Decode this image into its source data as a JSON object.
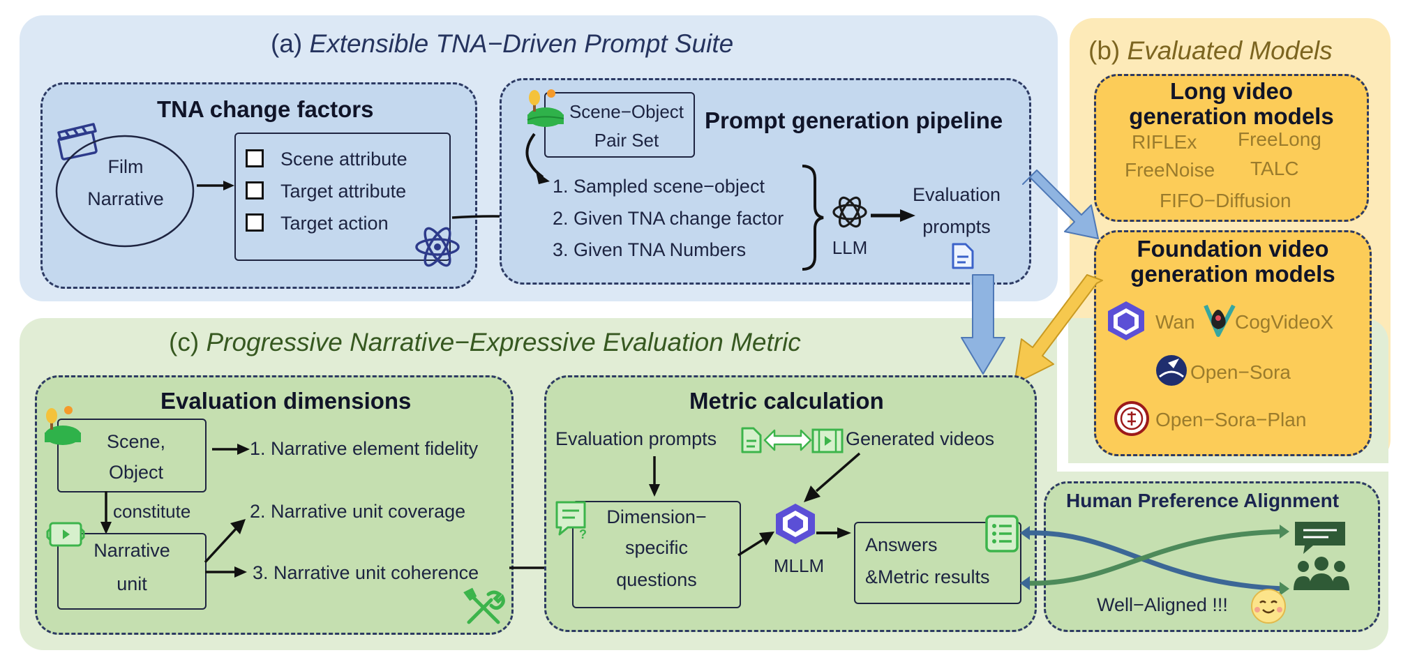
{
  "section_a": {
    "label": "(a)",
    "title": "Extensible TNA−Driven Prompt Suite",
    "tna": {
      "heading": "TNA change factors",
      "film": "Film",
      "narrative": "Narrative",
      "factors": [
        "Scene attribute",
        "Target attribute",
        "Target action"
      ]
    },
    "pipeline": {
      "heading": "Prompt generation pipeline",
      "pair_line1": "Scene−Object",
      "pair_line2": "Pair Set",
      "steps": [
        "1. Sampled scene−object",
        "2. Given TNA change factor",
        "3. Given TNA Numbers"
      ],
      "llm": "LLM",
      "eval_line1": "Evaluation",
      "eval_line2": "prompts"
    }
  },
  "section_b": {
    "label": "(b)",
    "title": "Evaluated  Models",
    "long": {
      "heading_line1": "Long video",
      "heading_line2": "generation models",
      "models": [
        "RIFLEx",
        "FreeLong",
        "FreeNoise",
        "TALC",
        "FIFO−Diffusion"
      ]
    },
    "foundation": {
      "heading_line1": "Foundation video",
      "heading_line2": "generation models",
      "models": [
        "Wan",
        "CogVideoX",
        "Open−Sora",
        "Open−Sora−Plan"
      ]
    }
  },
  "section_c": {
    "label": "(c)",
    "title": "Progressive Narrative−Expressive Evaluation Metric",
    "dims": {
      "heading": "Evaluation dimensions",
      "scene_line1": "Scene,",
      "scene_line2": "Object",
      "constitute": "constitute",
      "unit_line1": "Narrative",
      "unit_line2": "unit",
      "items": [
        "1. Narrative element fidelity",
        "2. Narrative unit coverage",
        "3. Narrative unit coherence"
      ]
    },
    "metric": {
      "heading": "Metric calculation",
      "eval_prompts": "Evaluation prompts",
      "generated_videos": "Generated videos",
      "q_line1": "Dimension−",
      "q_line2": "specific",
      "q_line3": "questions",
      "mllm": "MLLM",
      "ans_line1": "Answers",
      "ans_line2": "&Metric results"
    },
    "human": {
      "heading": "Human Preference Alignment",
      "aligned": "Well−Aligned !!!"
    }
  },
  "colors": {
    "panel_a": "#dce8f5",
    "panel_b": "#fdeab8",
    "panel_c": "#e1edd5",
    "box_a": "#c4d8ee",
    "box_b": "#fccc58",
    "box_c": "#c5dfb0",
    "title_a": "#25335e",
    "title_b": "#7c6520",
    "title_c": "#365820",
    "dash": "#2d3a63",
    "green_icon": "#3cb44b",
    "arrow_blue": "#8fb4e1",
    "arrow_yellow": "#f6c84e"
  }
}
